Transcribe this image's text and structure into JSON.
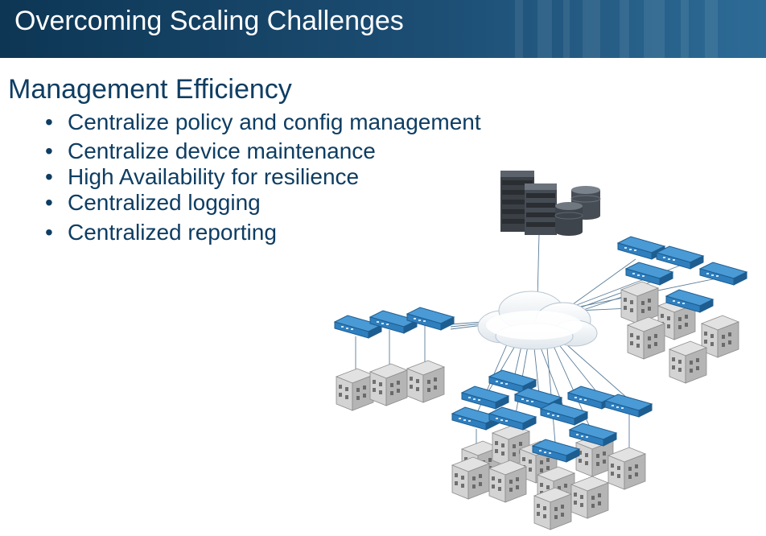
{
  "slide": {
    "title": "Overcoming Scaling Challenges",
    "heading": "Management Efficiency",
    "bullets": [
      "Centralize policy and config management",
      "Centralize device maintenance",
      "High Availability for resilience",
      "Centralized logging",
      "Centralized reporting"
    ],
    "bullet_glyph": "•"
  },
  "colors": {
    "title_bar": "#1c4d73",
    "text": "#0e3d62",
    "firewall": "#2f7fbf",
    "building": "#c9c9c9",
    "server": "#3b4047"
  },
  "diagram": {
    "icons": [
      "server-rack-icon",
      "database-icon",
      "cloud-icon",
      "firewall-appliance-icon",
      "building-icon"
    ]
  }
}
